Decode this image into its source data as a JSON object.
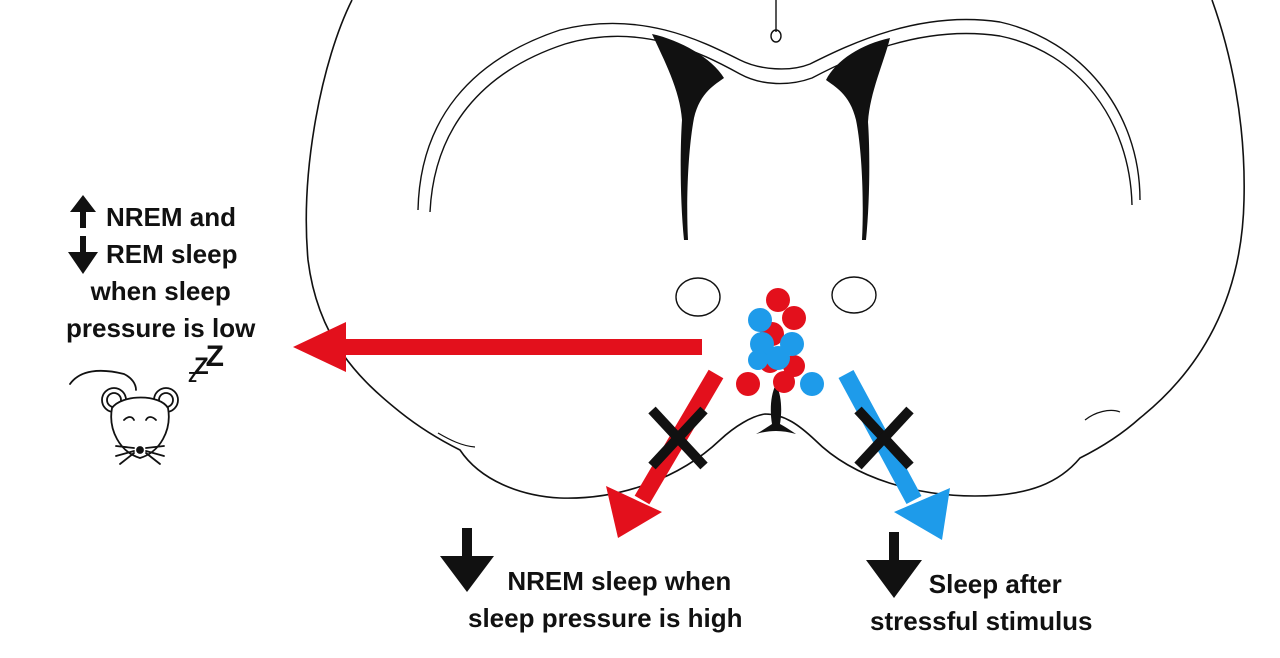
{
  "labels": {
    "left": {
      "line1": "NREM and",
      "line2": "REM sleep",
      "line3": "when sleep",
      "line4": "pressure is low",
      "arrow1": "up-arrow",
      "arrow2": "down-arrow"
    },
    "red": {
      "line1": "NREM sleep when",
      "line2": "sleep pressure is high",
      "arrow": "down-arrow"
    },
    "blue": {
      "line1": "Sleep after",
      "line2": "stressful stimulus",
      "arrow": "down-arrow"
    }
  },
  "zzz": {
    "z1": "z",
    "z2": "Z",
    "z3": "Z"
  },
  "colors": {
    "red": "#e3101c",
    "blue": "#1e9bea",
    "ink": "#111111"
  },
  "icons": [
    "mouse-icon",
    "blocked-x-icon",
    "up-arrow-icon",
    "down-arrow-icon"
  ]
}
